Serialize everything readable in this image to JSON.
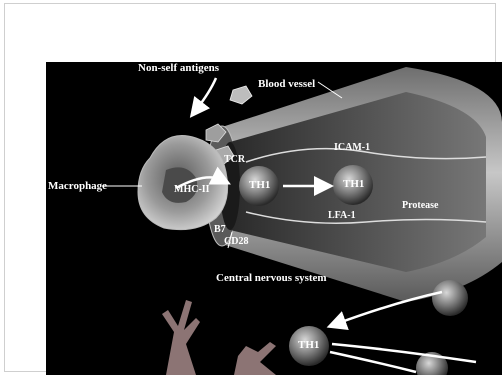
{
  "labels": {
    "non_self_antigens": "Non-self antigens",
    "blood_vessel": "Blood vessel",
    "macrophage": "Macrophage",
    "mhc_ii": "MHC-II",
    "tcr": "TCR",
    "th1_a": "TH1",
    "th1_b": "TH1",
    "th1_c": "TH1",
    "icam1": "ICAM-1",
    "lfa1": "LFA-1",
    "protease": "Protease",
    "b7": "B7",
    "cd28": "CD28",
    "cns": "Central nervous system"
  },
  "colors": {
    "background": "#000000",
    "vessel_outer": "#8a8a8a",
    "vessel_inner": "#6a6a6a",
    "vessel_lumen": "#3a3a3a",
    "cell": "#7a7a7a",
    "arrow": "#ffffff"
  }
}
